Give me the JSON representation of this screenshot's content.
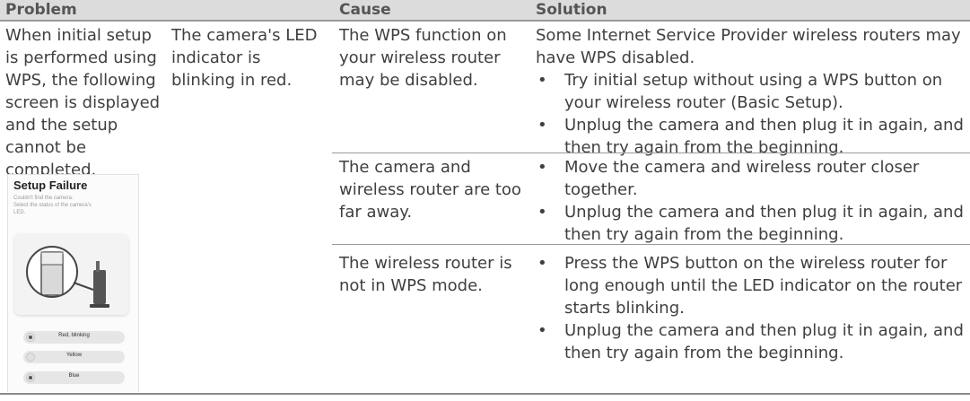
{
  "header": {
    "problem": "Problem",
    "cause": "Cause",
    "solution": "Solution"
  },
  "problem": {
    "text": "When initial setup is performed using WPS, the following screen is displayed and the setup cannot be completed.",
    "detail": "The camera's LED indicator is blinking in red."
  },
  "screen": {
    "title": "Setup Failure",
    "subtitle_line1": "Couldn't find the camera.",
    "subtitle_line2": "Select the status of the camera's",
    "subtitle_line3": "LED.",
    "options": [
      "Red, blinking",
      "Yellow",
      "Blue"
    ]
  },
  "rows": [
    {
      "cause": "The WPS function on your wireless router may be disabled.",
      "intro": "Some Internet Service Provider wireless routers may have WPS disabled.",
      "bullets": [
        "Try initial setup without using a WPS button on your wireless router (Basic Setup).",
        "Unplug the camera and then plug it in again, and then try again from the beginning."
      ]
    },
    {
      "cause": "The camera and wireless router are too far away.",
      "bullets": [
        "Move the camera and wireless router closer together.",
        "Unplug the camera and then plug it in again, and then try again from the beginning."
      ]
    },
    {
      "cause": "The wireless router is not in WPS mode.",
      "bullets": [
        "Press the WPS button on the wireless router for long enough until the LED indicator on the router starts blinking.",
        "Unplug the camera and then plug it in again, and then try again from the beginning."
      ]
    }
  ]
}
